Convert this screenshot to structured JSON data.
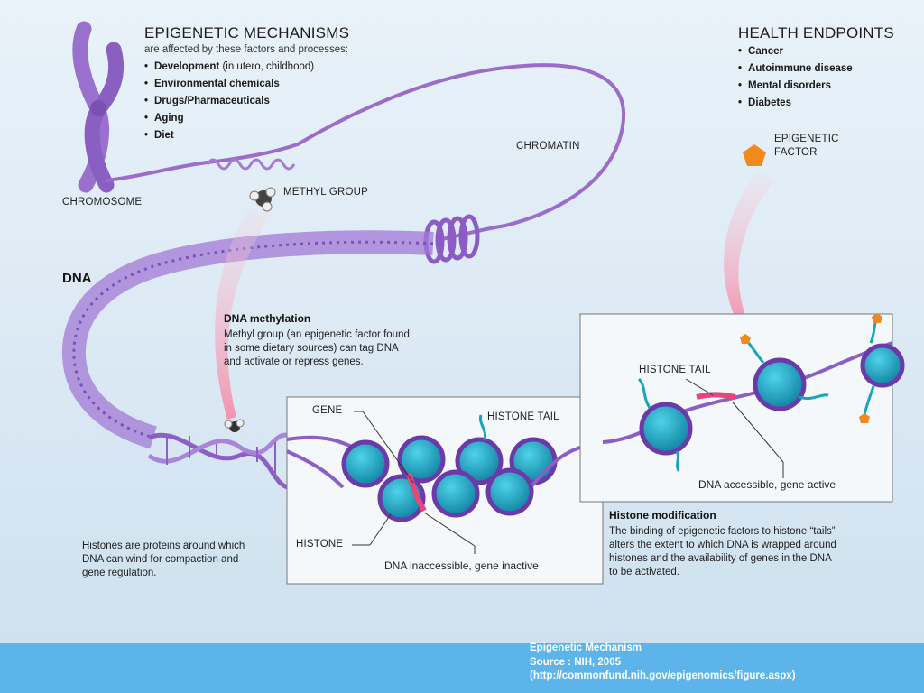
{
  "header": {
    "title": "EPIGENETIC MECHANISMS",
    "subtitle": "are affected by these factors and processes:",
    "factors": [
      {
        "bold": "Development",
        "rest": " (in utero, childhood)"
      },
      {
        "bold": "Environmental chemicals",
        "rest": ""
      },
      {
        "bold": "Drugs/Pharmaceuticals",
        "rest": ""
      },
      {
        "bold": "Aging",
        "rest": ""
      },
      {
        "bold": "Diet",
        "rest": ""
      }
    ]
  },
  "health": {
    "title": "HEALTH ENDPOINTS",
    "items": [
      "Cancer",
      "Autoimmune disease",
      "Mental disorders",
      "Diabetes"
    ]
  },
  "labels": {
    "chromosome": "CHROMOSOME",
    "chromatin": "CHROMATIN",
    "methyl_group": "METHYL GROUP",
    "epigenetic_factor_1": "EPIGENETIC",
    "epigenetic_factor_2": "FACTOR",
    "dna": "DNA",
    "gene": "GENE",
    "histone_tail_left": "HISTONE TAIL",
    "histone_tail_right": "HISTONE TAIL",
    "histone": "HISTONE",
    "dna_inaccessible": "DNA inaccessible, gene inactive",
    "dna_accessible": "DNA accessible, gene active"
  },
  "methylation": {
    "title": "DNA methylation",
    "text_lines": [
      "Methyl group (an epigenetic factor found",
      "in some dietary sources) can tag DNA",
      "and activate or repress genes."
    ]
  },
  "histones_note": {
    "text_lines": [
      "Histones are proteins around which",
      "DNA can wind for compaction and",
      "gene regulation."
    ]
  },
  "modification": {
    "title": "Histone modification",
    "text_lines": [
      "The binding of epigenetic factors to histone “tails”",
      "alters the extent to which DNA is wrapped around",
      "histones and the availability of genes in the DNA",
      "to be activated."
    ]
  },
  "caption": {
    "line1": "Epigenetic Mechanism",
    "line2": "Source : NIH, 2005",
    "line3": "(http://commonfund.nih.gov/epigenomics/figure.aspx)"
  },
  "colors": {
    "chromatin": "#9b6cc9",
    "histone": "#17a7c8",
    "histone_ring": "#6a3aa8",
    "gene_highlight": "#e8467a",
    "epigenetic_factor": "#f08a1c",
    "footer_band": "#5cb4ea"
  }
}
